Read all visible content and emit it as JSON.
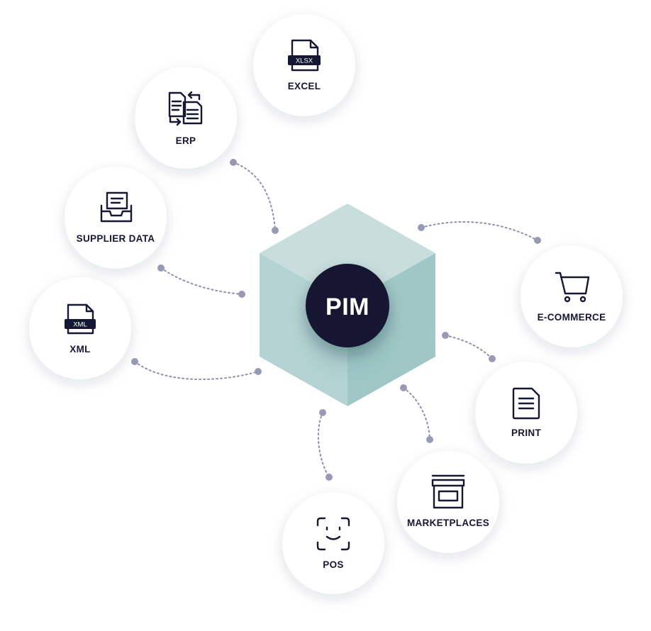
{
  "center": {
    "label": "PIM"
  },
  "nodes": {
    "excel": {
      "label": "EXCEL",
      "icon": "xlsx-file-icon",
      "badge": "XLSX"
    },
    "erp": {
      "label": "ERP",
      "icon": "erp-documents-sync-icon"
    },
    "supplier": {
      "label": "SUPPLIER DATA",
      "icon": "inbox-tray-icon"
    },
    "xml": {
      "label": "XML",
      "icon": "xml-file-icon",
      "badge": "XML"
    },
    "ecommerce": {
      "label": "E-COMMERCE",
      "icon": "shopping-cart-icon"
    },
    "print": {
      "label": "PRINT",
      "icon": "document-icon"
    },
    "marketplaces": {
      "label": "MARKETPLACES",
      "icon": "storefront-icon"
    },
    "pos": {
      "label": "POS",
      "icon": "face-scan-icon"
    }
  },
  "colors": {
    "cube_top": "#c7dedd",
    "cube_left": "#b5d3d3",
    "cube_right": "#9ec7c6",
    "pim_circle": "#141833",
    "connector": "#8e8fae",
    "label_text": "#141833"
  }
}
